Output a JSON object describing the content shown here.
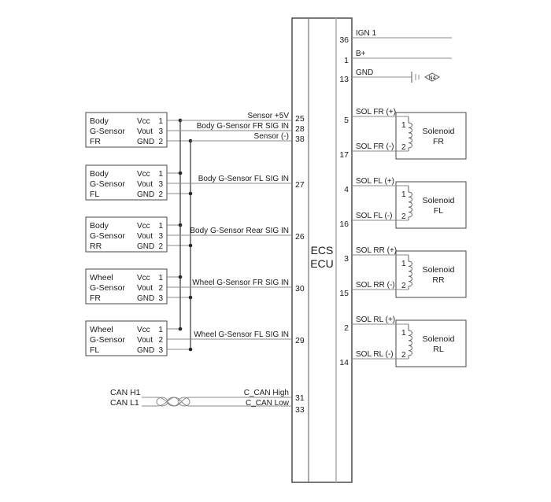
{
  "ecu": {
    "line1": "ECS",
    "line2": "ECU"
  },
  "sensors": [
    {
      "name": [
        "Body",
        "G-Sensor",
        "FR"
      ],
      "pins": [
        [
          "Vcc",
          "1"
        ],
        [
          "Vout",
          "3"
        ],
        [
          "GND",
          "2"
        ]
      ]
    },
    {
      "name": [
        "Body",
        "G-Sensor",
        "FL"
      ],
      "pins": [
        [
          "Vcc",
          "1"
        ],
        [
          "Vout",
          "3"
        ],
        [
          "GND",
          "2"
        ]
      ]
    },
    {
      "name": [
        "Body",
        "G-Sensor",
        "RR"
      ],
      "pins": [
        [
          "Vcc",
          "1"
        ],
        [
          "Vout",
          "3"
        ],
        [
          "GND",
          "2"
        ]
      ]
    },
    {
      "name": [
        "Wheel",
        "G-Sensor",
        "FR"
      ],
      "pins": [
        [
          "Vcc",
          "1"
        ],
        [
          "Vout",
          "2"
        ],
        [
          "GND",
          "3"
        ]
      ]
    },
    {
      "name": [
        "Wheel",
        "G-Sensor",
        "FL"
      ],
      "pins": [
        [
          "Vcc",
          "1"
        ],
        [
          "Vout",
          "2"
        ],
        [
          "GND",
          "3"
        ]
      ]
    }
  ],
  "left_signals": [
    {
      "label": "Sensor +5V",
      "pin": "25"
    },
    {
      "label": "Body G-Sensor FR SIG IN",
      "pin": "28"
    },
    {
      "label": "Sensor (-)",
      "pin": "38"
    },
    {
      "label": "Body G-Sensor FL SIG IN",
      "pin": "27"
    },
    {
      "label": "Body G-Sensor Rear SIG IN",
      "pin": "26"
    },
    {
      "label": "Wheel G-Sensor FR SIG IN",
      "pin": "30"
    },
    {
      "label": "Wheel G-Sensor FL SIG IN",
      "pin": "29"
    }
  ],
  "can": {
    "h_label": "CAN H1",
    "l_label": "CAN L1",
    "h_signal": "C_CAN High",
    "l_signal": "C_CAN Low",
    "h_pin": "31",
    "l_pin": "33"
  },
  "power": [
    {
      "label": "IGN 1",
      "pin": "36"
    },
    {
      "label": "B+",
      "pin": "1"
    },
    {
      "label": "GND",
      "pin": "13",
      "ground_ref": "N4"
    }
  ],
  "solenoids": [
    {
      "name": [
        "Solenoid",
        "FR"
      ],
      "pos_label": "SOL FR (+)",
      "neg_label": "SOL FR (-)",
      "pos_pin": "5",
      "neg_pin": "17",
      "coil_pins": [
        "1",
        "2"
      ]
    },
    {
      "name": [
        "Solenoid",
        "FL"
      ],
      "pos_label": "SOL FL (+)",
      "neg_label": "SOL FL (-)",
      "pos_pin": "4",
      "neg_pin": "16",
      "coil_pins": [
        "1",
        "2"
      ]
    },
    {
      "name": [
        "Solenoid",
        "RR"
      ],
      "pos_label": "SOL RR (+)",
      "neg_label": "SOL RR (-)",
      "pos_pin": "3",
      "neg_pin": "15",
      "coil_pins": [
        "1",
        "2"
      ]
    },
    {
      "name": [
        "Solenoid",
        "RL"
      ],
      "pos_label": "SOL RL (+)",
      "neg_label": "SOL RL (-)",
      "pos_pin": "2",
      "neg_pin": "14",
      "coil_pins": [
        "1",
        "2"
      ]
    }
  ]
}
